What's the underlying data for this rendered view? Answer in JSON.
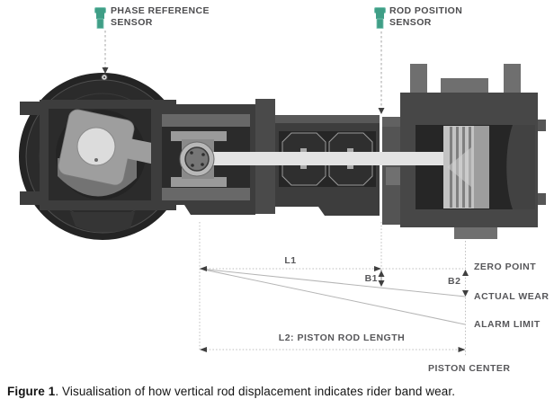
{
  "sensors": {
    "phase_reference": {
      "line1": "PHASE REFERENCE",
      "line2": "SENSOR"
    },
    "rod_position": {
      "line1": "ROD POSITION",
      "line2": "SENSOR"
    }
  },
  "dimensions": {
    "l1": "L1",
    "b1": "B1",
    "b2": "B2",
    "l2": "L2: PISTON ROD LENGTH",
    "zero_point": "ZERO POINT",
    "actual_wear": "ACTUAL WEAR",
    "alarm_limit": "ALARM LIMIT",
    "piston_center": "PISTON CENTER"
  },
  "caption": {
    "label": "Figure 1",
    "text": ". Visualisation of how vertical rod displacement indicates rider band wear."
  },
  "colors": {
    "sensor_teal": "#3F9E86",
    "sensor_teal_light": "#7CC4B2",
    "label_gray": "#4D4D4F",
    "dim_line_gray": "#BDBDBD",
    "arrow_dark": "#3F3F3F",
    "machine_dark": "#242424",
    "machine_mid": "#3D3D3D",
    "machine_block": "#474747",
    "piston_rod_light": "#E3E3E3"
  }
}
